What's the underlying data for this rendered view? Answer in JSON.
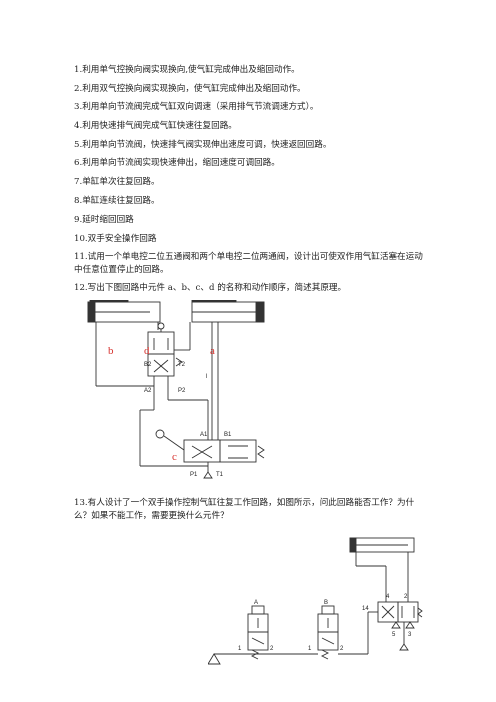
{
  "items": [
    "1.利用单气控换向阀实现换向,使气缸完成伸出及缩回动作。",
    "2.利用双气控换向阀实现换向，使气缸完成伸出及缩回动作。",
    "3.利用单向节流阀完成气缸双向调速（采用排气节流调速方式）。",
    "4.利用快速排气阀完成气缸快速往复回路。",
    "5.利用单向节流阀，快速排气阀实现伸出速度可调，快速返回回路。",
    "6.利用单向节流阀实现快速伸出，缩回速度可调回路。",
    "7.单缸单次往复回路。",
    "8.单缸连续往复回路。",
    "9.延时缩回回路",
    "10.双手安全操作回路",
    "11.试用一个单电控二位五通阀和两个单电控二位两通阀，设计出可使双作用气缸活塞在运动中任意位置停止的回路。",
    "12.写出下图回路中元件 a、b、c、d 的名称和动作顺序，简述其原理。",
    "13.有人设计了一个双手操作控制气缸往复工作回路，如图所示，问此回路能否工作？为什么？如果不能工作，需要更换什么元件？"
  ],
  "figure1": {
    "component_labels": [
      "b",
      "d",
      "a",
      "c"
    ],
    "port_labels": [
      "B2",
      "T2",
      "A2",
      "P2",
      "A1",
      "B1",
      "P1",
      "T1"
    ],
    "vertical_mark": "l"
  },
  "figure2": {
    "valve_labels": [
      "A",
      "B"
    ],
    "port_labels": [
      "1",
      "2",
      "1",
      "2",
      "4",
      "2",
      "14",
      "5",
      "3"
    ]
  }
}
